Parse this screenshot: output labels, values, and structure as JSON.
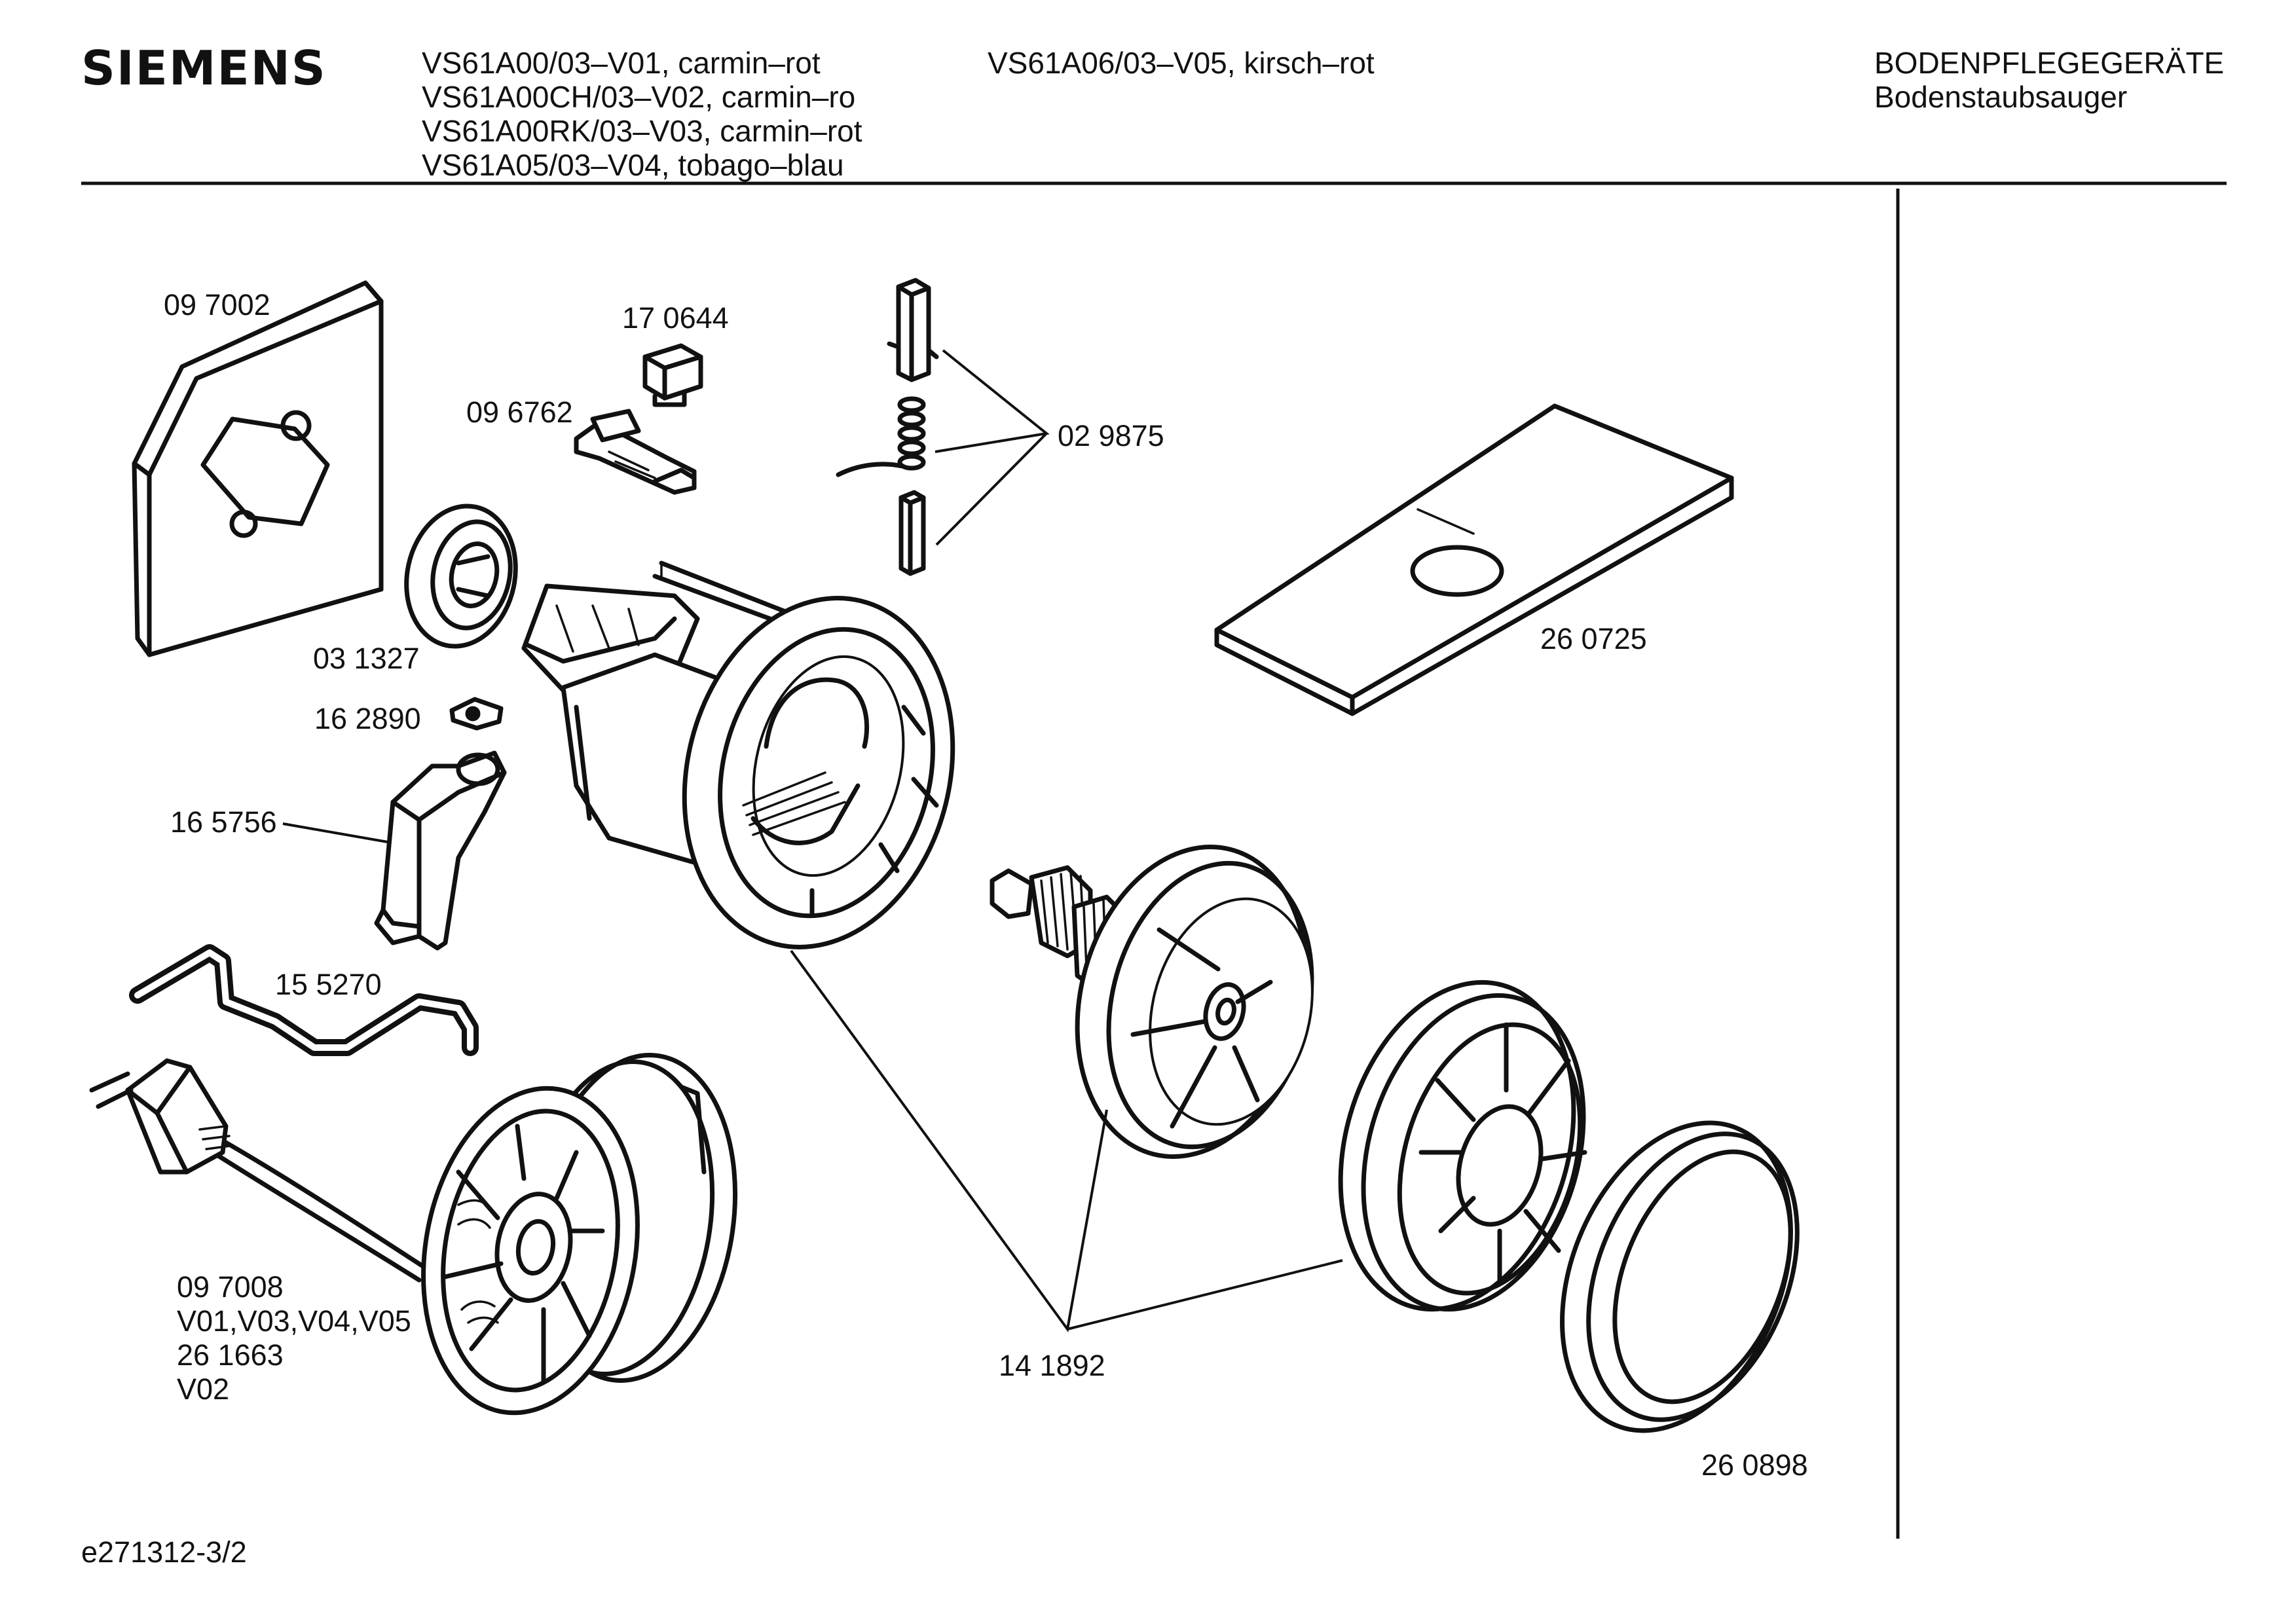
{
  "header": {
    "brand": "SIEMENS",
    "models_col1": [
      "VS61A00/03–V01, carmin–rot",
      "VS61A00CH/03–V02, carmin–ro",
      "VS61A00RK/03–V03, carmin–rot",
      "VS61A05/03–V04, tobago–blau"
    ],
    "models_col2": [
      "VS61A06/03–V05, kirsch–rot"
    ],
    "category": "BODENPFLEGEGERÄTE",
    "subcategory": "Bodenstaubsauger"
  },
  "parts": {
    "p097002": "09 7002",
    "p170644": "17 0644",
    "p096762": "09 6762",
    "p029875": "02 9875",
    "p260725": "26 0725",
    "p031327": "03 1327",
    "p162890": "16 2890",
    "p165756": "16 5756",
    "p155270": "15 5270",
    "p097008": "09 7008",
    "v_list": "V01,V03,V04,V05",
    "p261663": "26 1663",
    "v02": "V02",
    "p141892": "14 1892",
    "p260898": "26 0898"
  },
  "footer": {
    "drawing_no": "e271312-3/2"
  }
}
